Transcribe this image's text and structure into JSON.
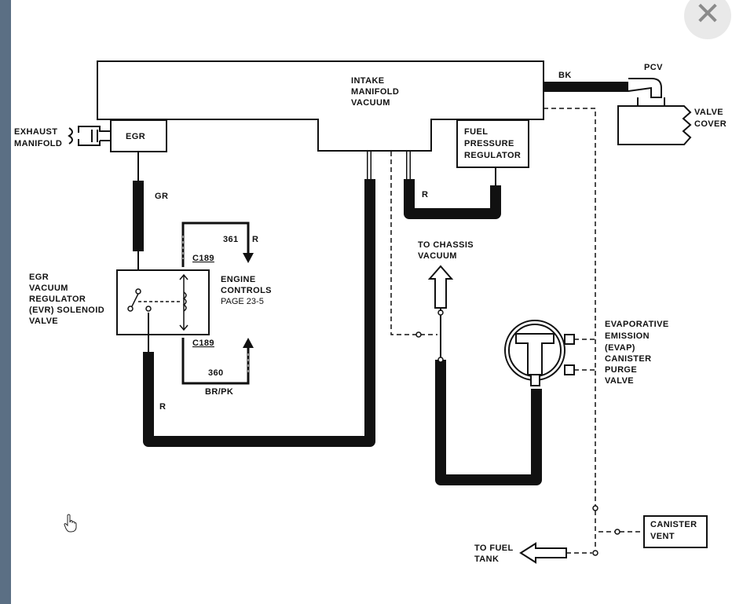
{
  "close_glyph": "✕",
  "labels": {
    "intake": [
      "INTAKE",
      "MANIFOLD",
      "VACUUM"
    ],
    "egr": "EGR",
    "exhaust": [
      "EXHAUST",
      "MANIFOLD"
    ],
    "fuel_regulator": [
      "FUEL",
      "PRESSURE",
      "REGULATOR"
    ],
    "bk": "BK",
    "pcv": "PCV",
    "valve_cover": [
      "VALVE",
      "COVER"
    ],
    "gr": "GR",
    "r_fuel": "R",
    "r_361": "R",
    "r_egr": "R",
    "wire_361": "361",
    "wire_360": "360",
    "br_pk": "BR/PK",
    "c189_top": "C189",
    "c189_bottom": "C189",
    "engine_controls": [
      "ENGINE",
      "CONTROLS",
      "PAGE 23-5"
    ],
    "evr": [
      "EGR",
      "VACUUM",
      "REGULATOR",
      "(EVR) SOLENOID",
      "VALVE"
    ],
    "to_chassis": [
      "TO CHASSIS",
      "VACUUM"
    ],
    "evap": [
      "EVAPORATIVE",
      "EMISSION",
      "(EVAP)",
      "CANISTER",
      "PURGE",
      "VALVE"
    ],
    "canister_vent": [
      "CANISTER",
      "VENT"
    ],
    "to_fuel_tank": [
      "TO FUEL",
      "TANK"
    ]
  },
  "colors": {
    "line": "#111111",
    "page_bg": "#ffffff",
    "frame": "#5b6f84",
    "close_bg": "#e9e9e9",
    "close_glyph": "#8a8a8a"
  },
  "icons": {
    "close": "close-icon",
    "cursor": "hand-pointer-icon"
  }
}
